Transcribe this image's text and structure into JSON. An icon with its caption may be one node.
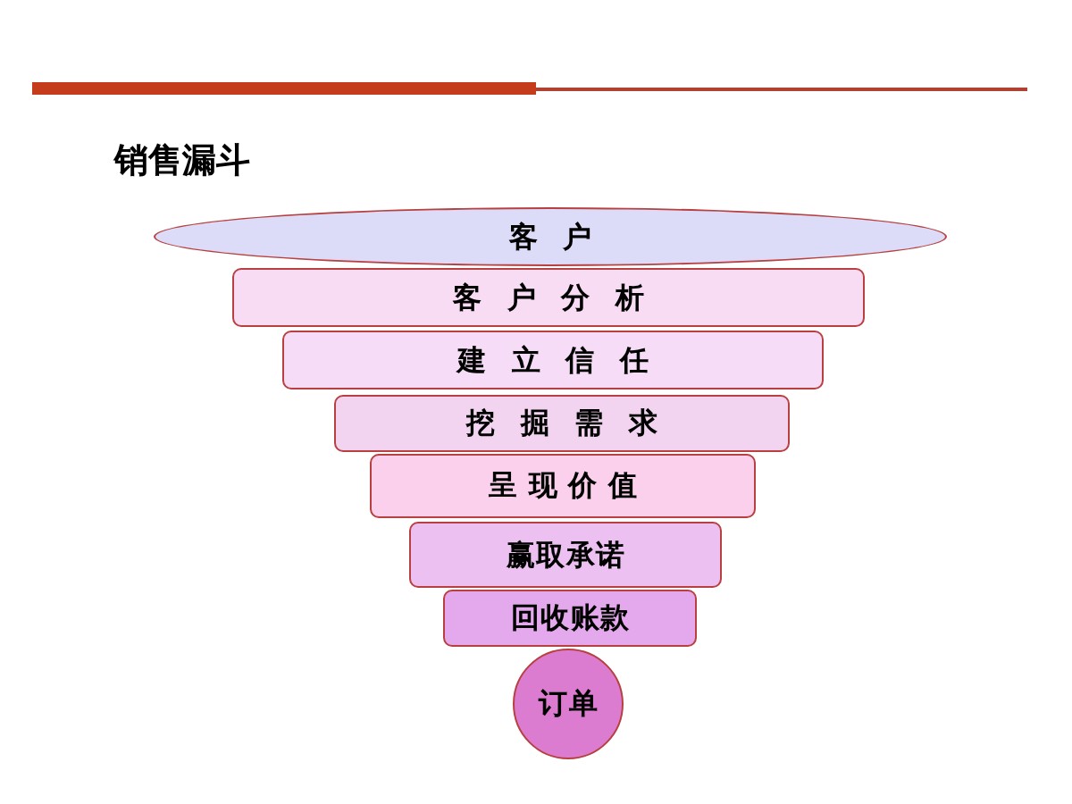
{
  "diagram": {
    "title": "销售漏斗",
    "nodes": [
      {
        "text": [
          "客户"
        ]
      },
      {
        "text": [
          "客户分析"
        ]
      },
      {
        "text": [
          "建立信任"
        ]
      },
      {
        "text": [
          "挖掘需求"
        ]
      },
      {
        "text": [
          "呈现价值"
        ]
      },
      {
        "text": [
          "赢取承诺"
        ]
      },
      {
        "text": [
          "回收账款"
        ]
      },
      {
        "text": [
          "订单"
        ]
      }
    ]
  }
}
